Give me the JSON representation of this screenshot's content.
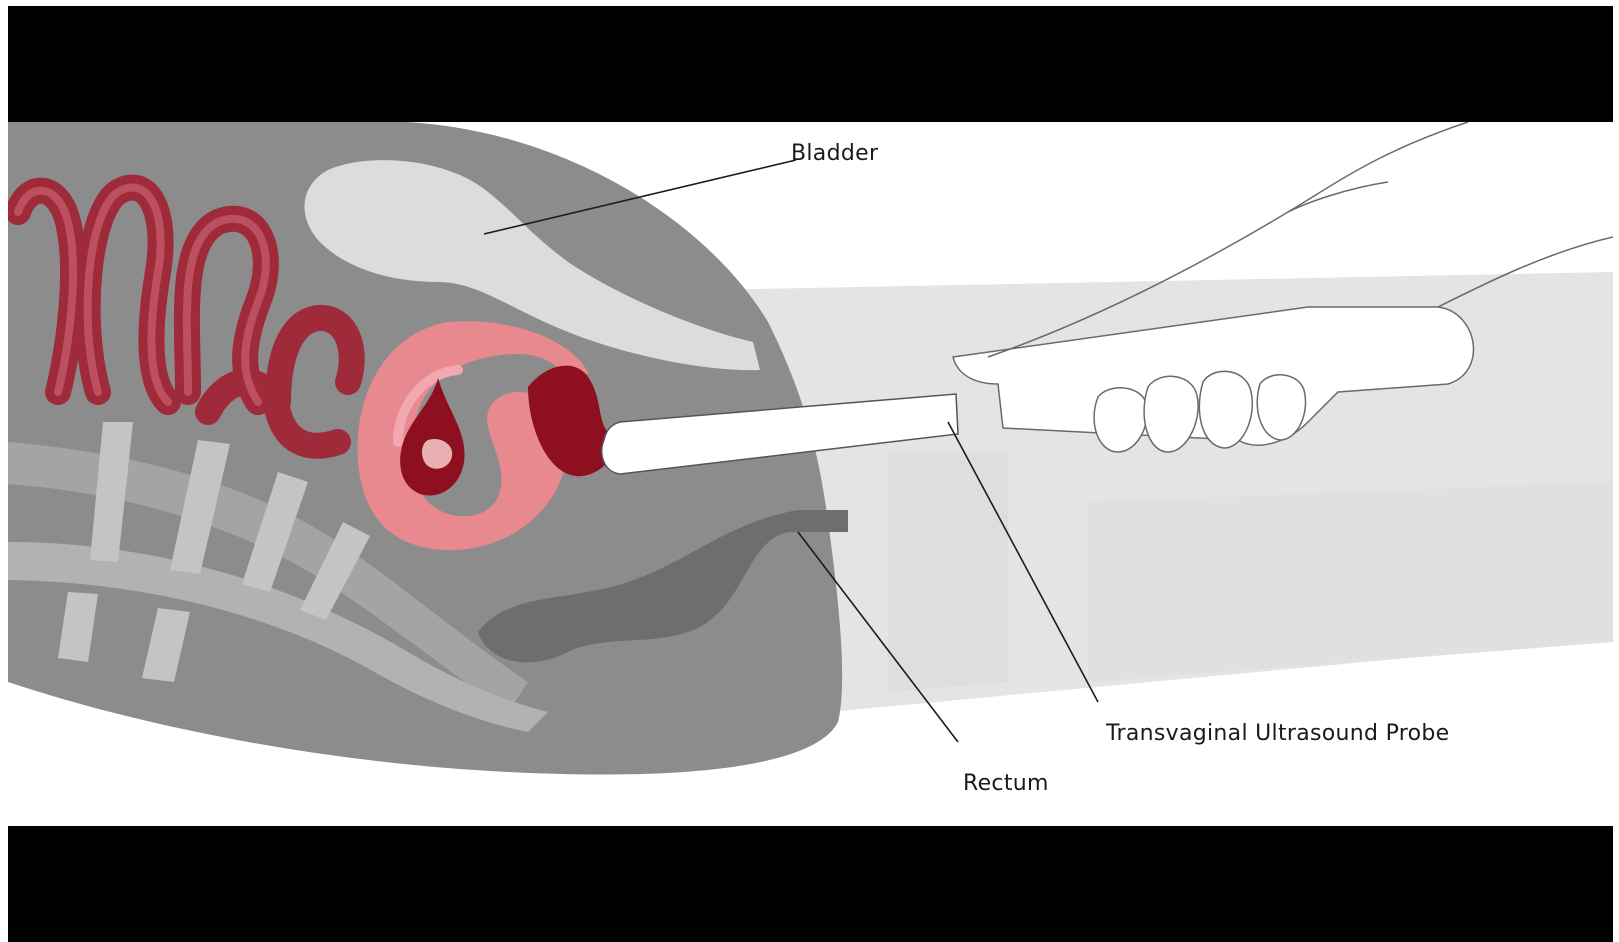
{
  "labels": {
    "bladder": "Bladder",
    "probe": "Transvaginal Ultrasound Probe",
    "rectum": "Rectum"
  },
  "colors": {
    "letterbox": "#000000",
    "body": "#8c8c8c",
    "bladder": "#dcdcdc",
    "uterus": "#e8888f",
    "blood": "#8e1020",
    "intestines": "#9e2a3a",
    "rectum": "#6e6e6e",
    "leg": "#e6e6e6",
    "probe": "#ffffff"
  }
}
